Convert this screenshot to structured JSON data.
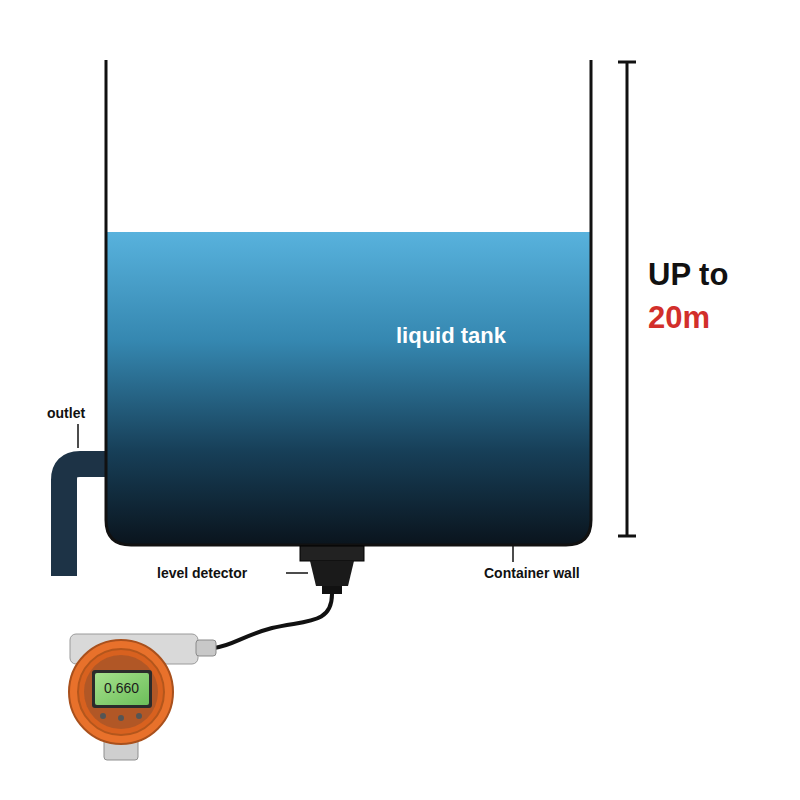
{
  "diagram": {
    "nodes": [
      {
        "text": [
          "liquid tank"
        ]
      },
      {
        "text": [
          "0.660"
        ]
      }
    ],
    "labels": [
      "outlet",
      "level detector",
      "Container wall",
      "UP to",
      "20m"
    ]
  }
}
